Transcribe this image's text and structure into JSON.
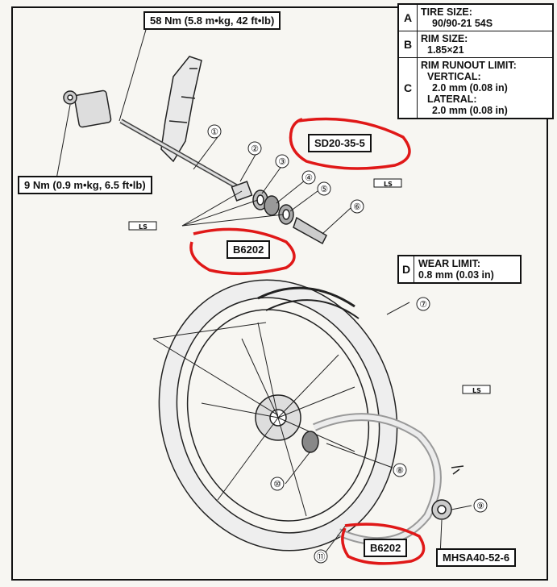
{
  "torque_upper": "58 Nm (5.8 m•kg, 42 ft•lb)",
  "torque_lower": "9 Nm (0.9 m•kg, 6.5 ft•lb)",
  "specs": {
    "a_letter": "A",
    "a_title": "TIRE SIZE:",
    "a_value": "90/90-21 54S",
    "b_letter": "B",
    "b_title": "RIM SIZE:",
    "b_value": "1.85×21",
    "c_letter": "C",
    "c_title": "RIM RUNOUT LIMIT:",
    "c_vertical": "VERTICAL:",
    "c_vertical_value": "2.0 mm (0.08 in)",
    "c_lateral": "LATERAL:",
    "c_lateral_value": "2.0 mm (0.08 in)"
  },
  "wear": {
    "letter": "D",
    "title": "WEAR LIMIT:",
    "value": "0.8 mm (0.03 in)"
  },
  "parts": {
    "seal_label": "SD20-35-5",
    "bearing_upper_label": "B6202",
    "bearing_lower_label": "B6202",
    "gear_seal_label": "MHSA40-52-6",
    "lube_symbol": "LS"
  },
  "callouts": [
    "①",
    "②",
    "③",
    "④",
    "⑤",
    "⑥",
    "⑦",
    "⑧",
    "⑨",
    "⑩",
    "⑪"
  ]
}
